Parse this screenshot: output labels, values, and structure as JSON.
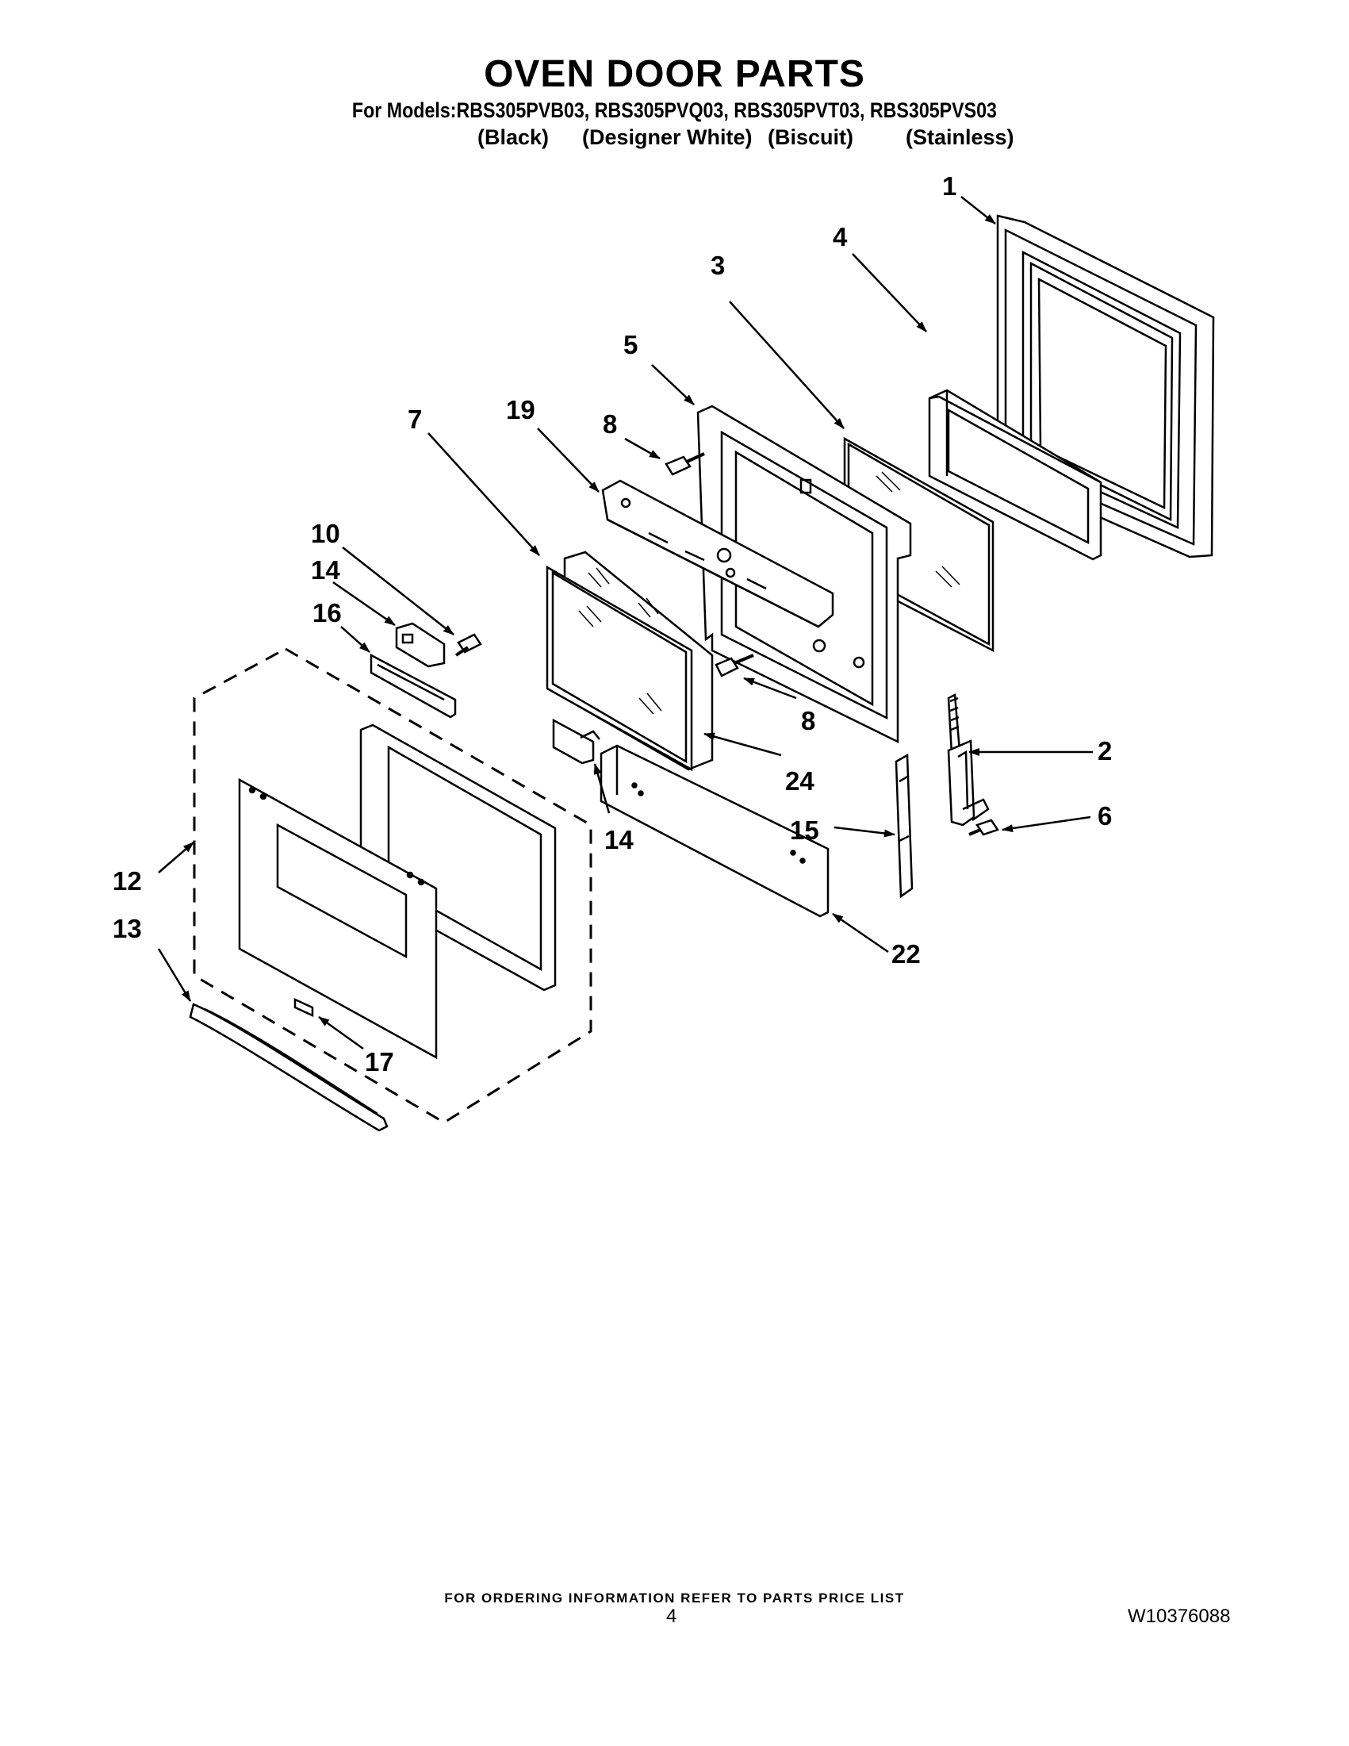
{
  "header": {
    "title": "OVEN DOOR PARTS",
    "models_line": "For Models:RBS305PVB03, RBS305PVQ03, RBS305PVT03, RBS305PVS03",
    "colors": [
      "(Black)",
      "(Designer White)",
      "(Biscuit)",
      "(Stainless)"
    ]
  },
  "callouts": [
    "1",
    "4",
    "3",
    "5",
    "19",
    "7",
    "8",
    "10",
    "14",
    "16",
    "8",
    "2",
    "6",
    "24",
    "15",
    "14",
    "22",
    "12",
    "13",
    "17"
  ],
  "footer": {
    "ordering_note": "FOR ORDERING INFORMATION REFER TO PARTS PRICE LIST",
    "page_number": "4",
    "document_number": "W10376088"
  }
}
